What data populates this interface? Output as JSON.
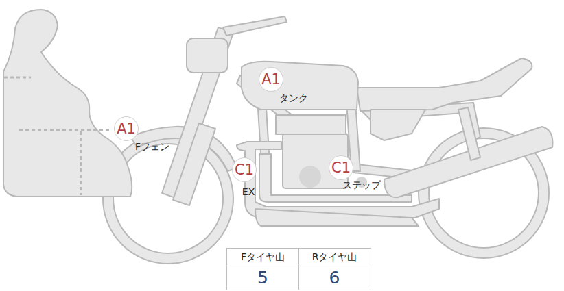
{
  "diagram": {
    "nodes": [
      {
        "text": [
          "A1",
          "タンク"
        ]
      },
      {
        "text": [
          "A1",
          "Fフェン"
        ]
      },
      {
        "text": [
          "C1",
          "EX"
        ]
      },
      {
        "text": [
          "C1",
          "ステップ"
        ]
      }
    ],
    "labels": [
      "Fタイヤ山",
      "Rタイヤ山",
      "5",
      "6"
    ]
  }
}
